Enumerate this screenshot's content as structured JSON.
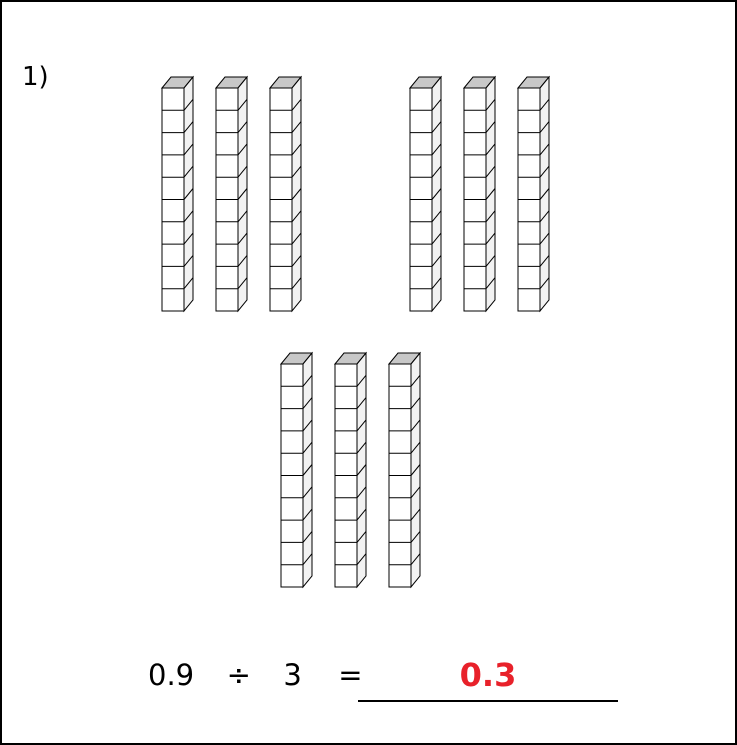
{
  "problem": {
    "number_label": "1)",
    "dividend": "0.9",
    "divide_sign": "÷",
    "divisor": "3",
    "equals_sign": "=",
    "answer": "0.3"
  },
  "model": {
    "groups": 3,
    "rods_per_group": 3,
    "cubes_per_rod": 10
  },
  "colors": {
    "answer": "#e8212a",
    "cube_face": "#ffffff",
    "cube_top": "#c8c8c8",
    "cube_side": "#f2f2f2",
    "outline": "#000000"
  }
}
